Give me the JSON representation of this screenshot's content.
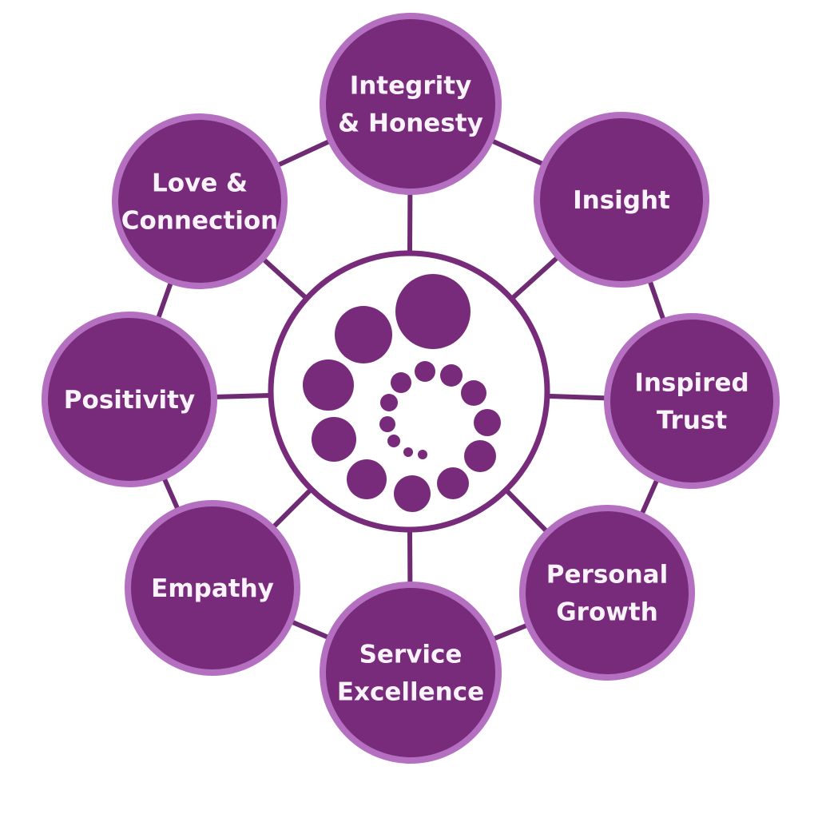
{
  "colors": {
    "node_fill": "#772b7a",
    "node_border": "#b56fc0",
    "line": "#6e2a72",
    "hub_stroke": "#772b7a",
    "dot_fill": "#772b7a",
    "text": "#fbf3fc"
  },
  "hub": {
    "icon": "spiral-dots-icon"
  },
  "nodes": [
    {
      "id": "integrity-honesty",
      "lines": [
        "Integrity",
        "& Honesty"
      ]
    },
    {
      "id": "insight",
      "lines": [
        "Insight"
      ]
    },
    {
      "id": "inspired-trust",
      "lines": [
        "Inspired",
        "Trust"
      ]
    },
    {
      "id": "personal-growth",
      "lines": [
        "Personal",
        "Growth"
      ]
    },
    {
      "id": "service-excellence",
      "lines": [
        "Service",
        "Excellence"
      ]
    },
    {
      "id": "empathy",
      "lines": [
        "Empathy"
      ]
    },
    {
      "id": "positivity",
      "lines": [
        "Positivity"
      ]
    },
    {
      "id": "love-connection",
      "lines": [
        "Love &",
        "Connection"
      ]
    }
  ]
}
